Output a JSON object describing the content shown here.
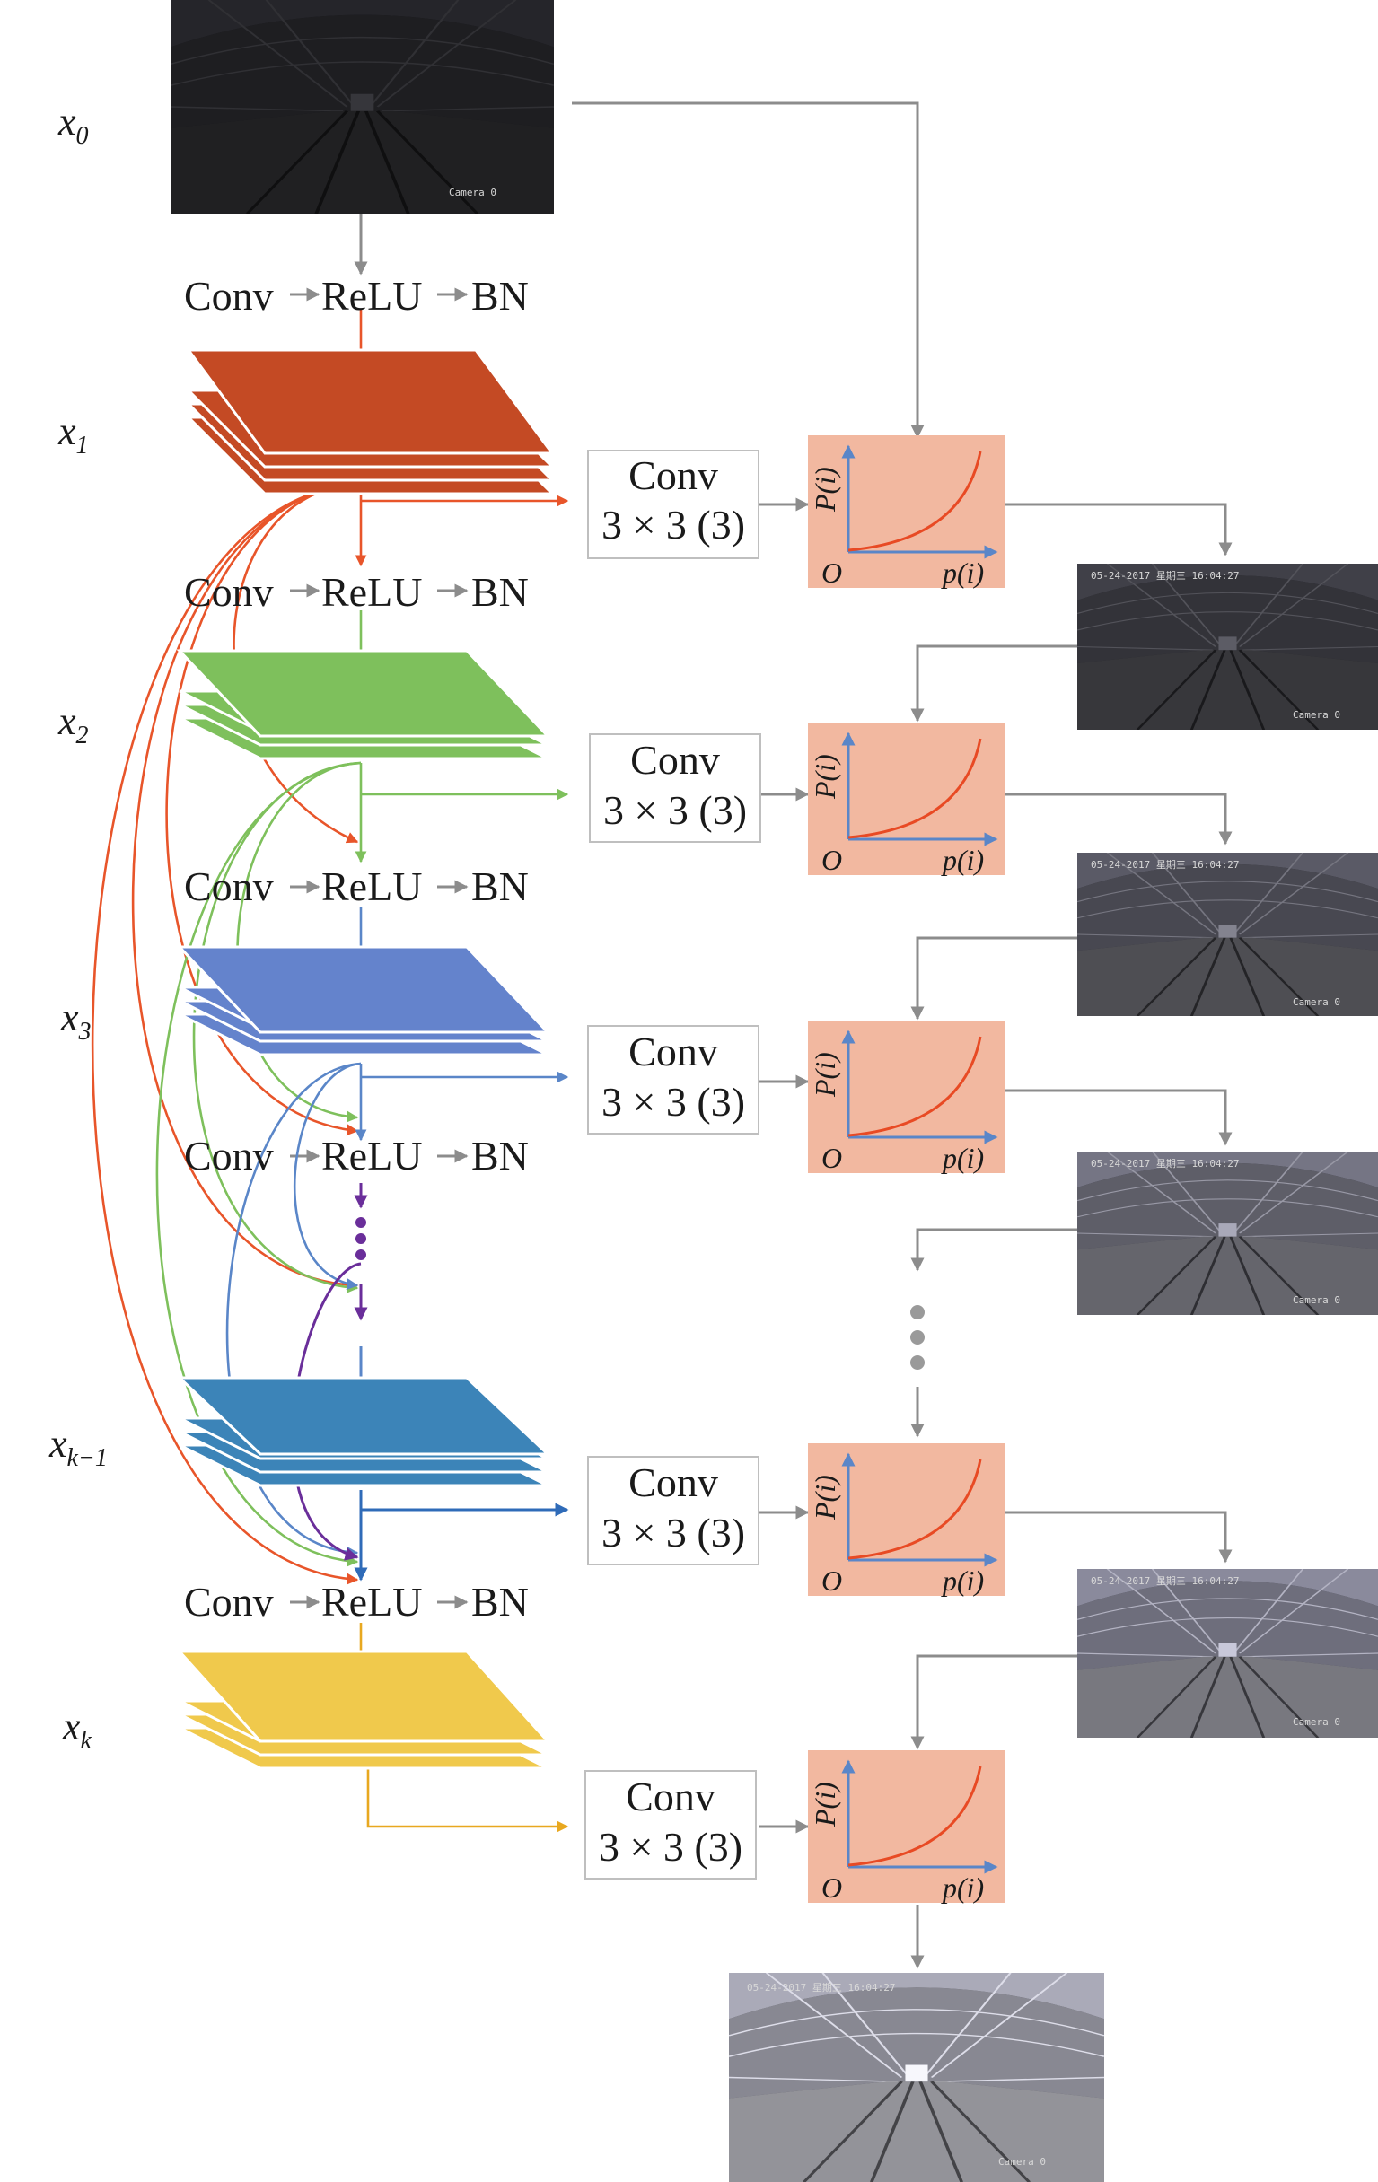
{
  "labels": {
    "x0": {
      "base": "x",
      "sub": "0"
    },
    "x1": {
      "base": "x",
      "sub": "1"
    },
    "x2": {
      "base": "x",
      "sub": "2"
    },
    "x3": {
      "base": "x",
      "sub": "3"
    },
    "xk_minus_1": {
      "base": "x",
      "sub": "k−1"
    },
    "xk": {
      "base": "x",
      "sub": "k"
    }
  },
  "ops": {
    "conv": "Conv",
    "relu": "ReLU",
    "bn": "BN"
  },
  "conv_box": {
    "line1": "Conv",
    "line2": "3 × 3 (3)"
  },
  "curve_axes": {
    "y_label": "P(i)",
    "x_label": "p(i)",
    "origin": "O"
  },
  "camera_text": "Camera 0",
  "camera_timestamp": "05-24-2017 星期三 16:04:27",
  "colors": {
    "layer1": "#c44a24",
    "layer2": "#7ec05c",
    "layer3": "#6483cc",
    "layer_k_minus_1": "#3c84b8",
    "layer_k": "#f0c94c",
    "dense_purple": "#6a2e9a",
    "gray_arrow": "#8c8c8c",
    "curve_panel": "#f2b8a0",
    "curve_line": "#e84a24",
    "axis_blue": "#5a86c8"
  }
}
